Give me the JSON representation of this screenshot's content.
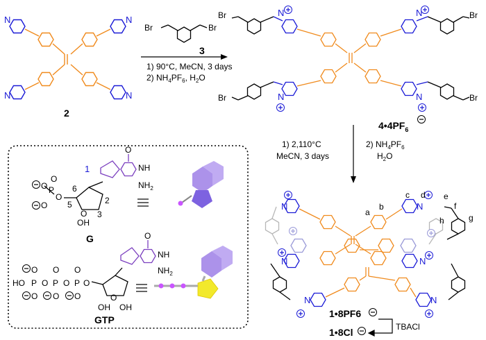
{
  "compounds": {
    "c2": "2",
    "c3": "3",
    "c4": "4•4PF",
    "c4_sub": "6",
    "c1_8pf6": "1•8PF6",
    "c1_8cl": "1•8Cl",
    "G": "G",
    "GTP": "GTP"
  },
  "reaction_top": {
    "cond1": "1) 90°C, MeCN, 3 days",
    "cond2": "2) NH",
    "cond2_sub": "4",
    "cond2_rest": "PF",
    "cond2_sub2": "6",
    "cond2_end": ", H",
    "cond2_sub3": "2",
    "cond2_tail": "O"
  },
  "reaction_down": {
    "left1": "1) 2,110°C",
    "left2": "MeCN, 3 days",
    "right1": "2) NH",
    "right1_sub": "4",
    "right1_rest": "PF",
    "right1_sub2": "6",
    "right2": "H",
    "right2_sub": "2",
    "right2_rest": "O"
  },
  "exchange": {
    "reagent": "TBACl"
  },
  "atoms": {
    "N": "N",
    "Br": "Br",
    "NH": "NH",
    "NH2": "NH",
    "O": "O",
    "OH": "OH",
    "HO": "HO",
    "P": "P",
    "plus": "+",
    "minus": "−"
  },
  "proton_labels": [
    "a",
    "b",
    "c",
    "d",
    "e",
    "f",
    "g",
    "h"
  ],
  "numbering": [
    "1",
    "2",
    "3",
    "5",
    "6"
  ],
  "colors": {
    "pyridinium": "#1a1ad6",
    "tetraphenylethylene": "#f08a1c",
    "purine": "#7b3fbf",
    "cartoon_ring": "#9d7fe6",
    "cartoon_pentagon": "#7d62e0",
    "phosphate_bead": "#c955ff",
    "ribose_yellow": "#f2e92b",
    "ghost": "#b7b7b7"
  }
}
